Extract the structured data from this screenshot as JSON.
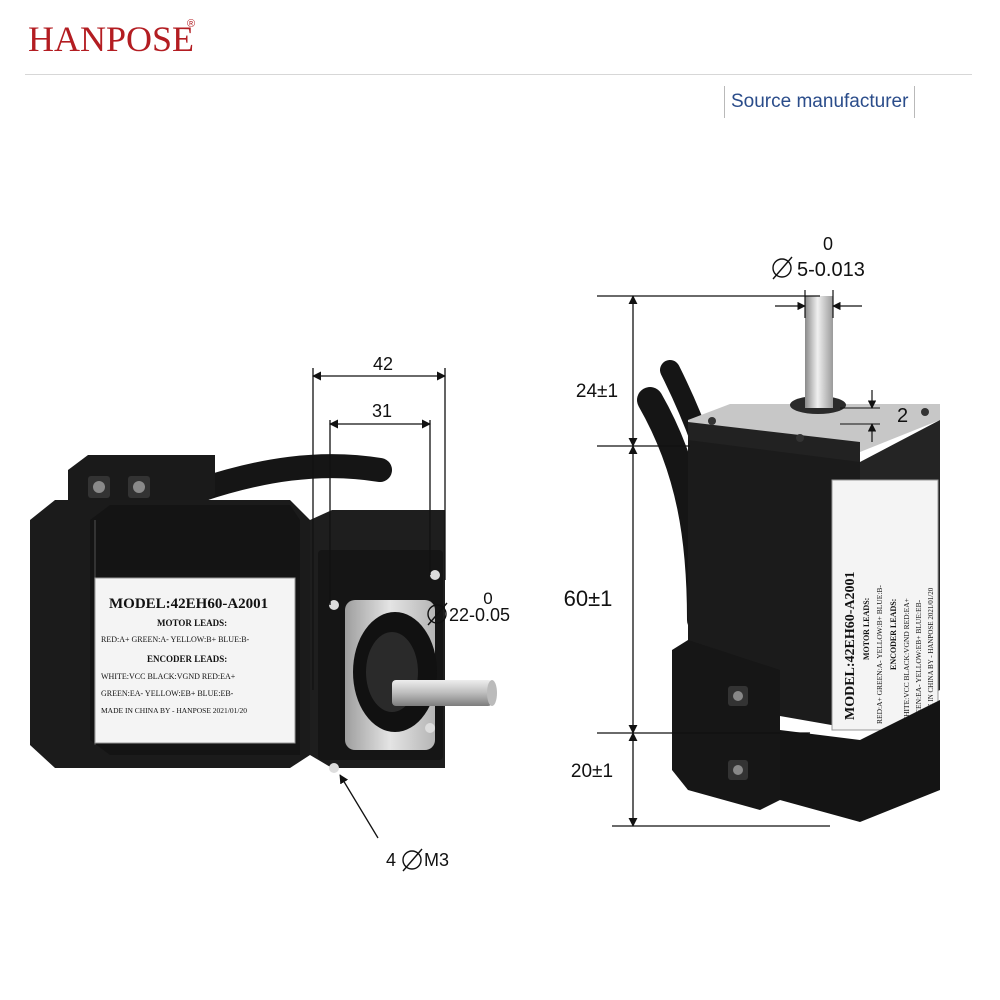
{
  "header": {
    "brand": "HANPOSE",
    "brand_mark": "®",
    "tagline": "Source manufacturer"
  },
  "colors": {
    "brand": "#b31d22",
    "tagline": "#2a4c8a",
    "motor_body": "#1b1b1b",
    "flange": "#c9c9c9"
  },
  "front_view": {
    "dim_width_outer": "42",
    "dim_width_hole": "31",
    "dim_pilot_top": "0",
    "dim_pilot": "22-0.05",
    "dim_screw": "4",
    "dim_screw_thread": "M3"
  },
  "side_view": {
    "dim_shaft_top": "0",
    "dim_shaft": "5-0.013",
    "dim_shaft_len": "24±1",
    "dim_boss": "2",
    "dim_body": "60±1",
    "dim_encoder": "20±1"
  },
  "label": {
    "model": "MODEL:42EH60-A2001",
    "motor_leads_title": "MOTOR LEADS:",
    "motor_leads_1": "RED:A+   GREEN:A-   YELLOW:B+   BLUE:B-",
    "encoder_leads_title": "ENCODER LEADS:",
    "encoder_leads_1": "WHITE:VCC     BLACK:VGND     RED:EA+",
    "encoder_leads_2": "GREEN:EA-     YELLOW:EB+     BLUE:EB-",
    "made_in": "MADE IN CHINA   BY - HANPOSE 2021/01/20"
  }
}
